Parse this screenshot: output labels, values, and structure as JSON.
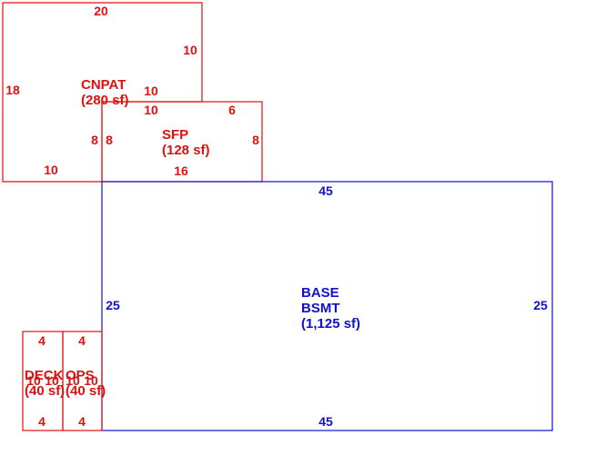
{
  "areas": {
    "cnpat": {
      "name": "CNPAT",
      "area": "(280 sf)",
      "color": "#dd1111",
      "dims": {
        "top": "20",
        "right_upper": "10",
        "left": "18",
        "inner_top": "10",
        "bottom_left": "10",
        "inner_right": "8"
      }
    },
    "sfp": {
      "name": "SFP",
      "area": "(128 sf)",
      "color": "#dd1111",
      "dims": {
        "top_left": "10",
        "top_right": "6",
        "left": "8",
        "right": "8",
        "bottom": "16"
      }
    },
    "base": {
      "name_line1": "BASE",
      "name_line2": "BSMT",
      "area": "(1,125 sf)",
      "color": "#1111cc",
      "dims": {
        "top": "45",
        "bottom": "45",
        "left": "25",
        "right": "25"
      }
    },
    "deck": {
      "name": "DECK",
      "area": "(40 sf)",
      "color": "#dd1111",
      "dims": {
        "top": "4",
        "bottom": "4",
        "left": "10",
        "right": "10"
      }
    },
    "ops": {
      "name": "OPS",
      "area": "(40 sf)",
      "color": "#dd1111",
      "dims": {
        "top": "4",
        "bottom": "4",
        "left": "10",
        "right": "10"
      }
    }
  }
}
